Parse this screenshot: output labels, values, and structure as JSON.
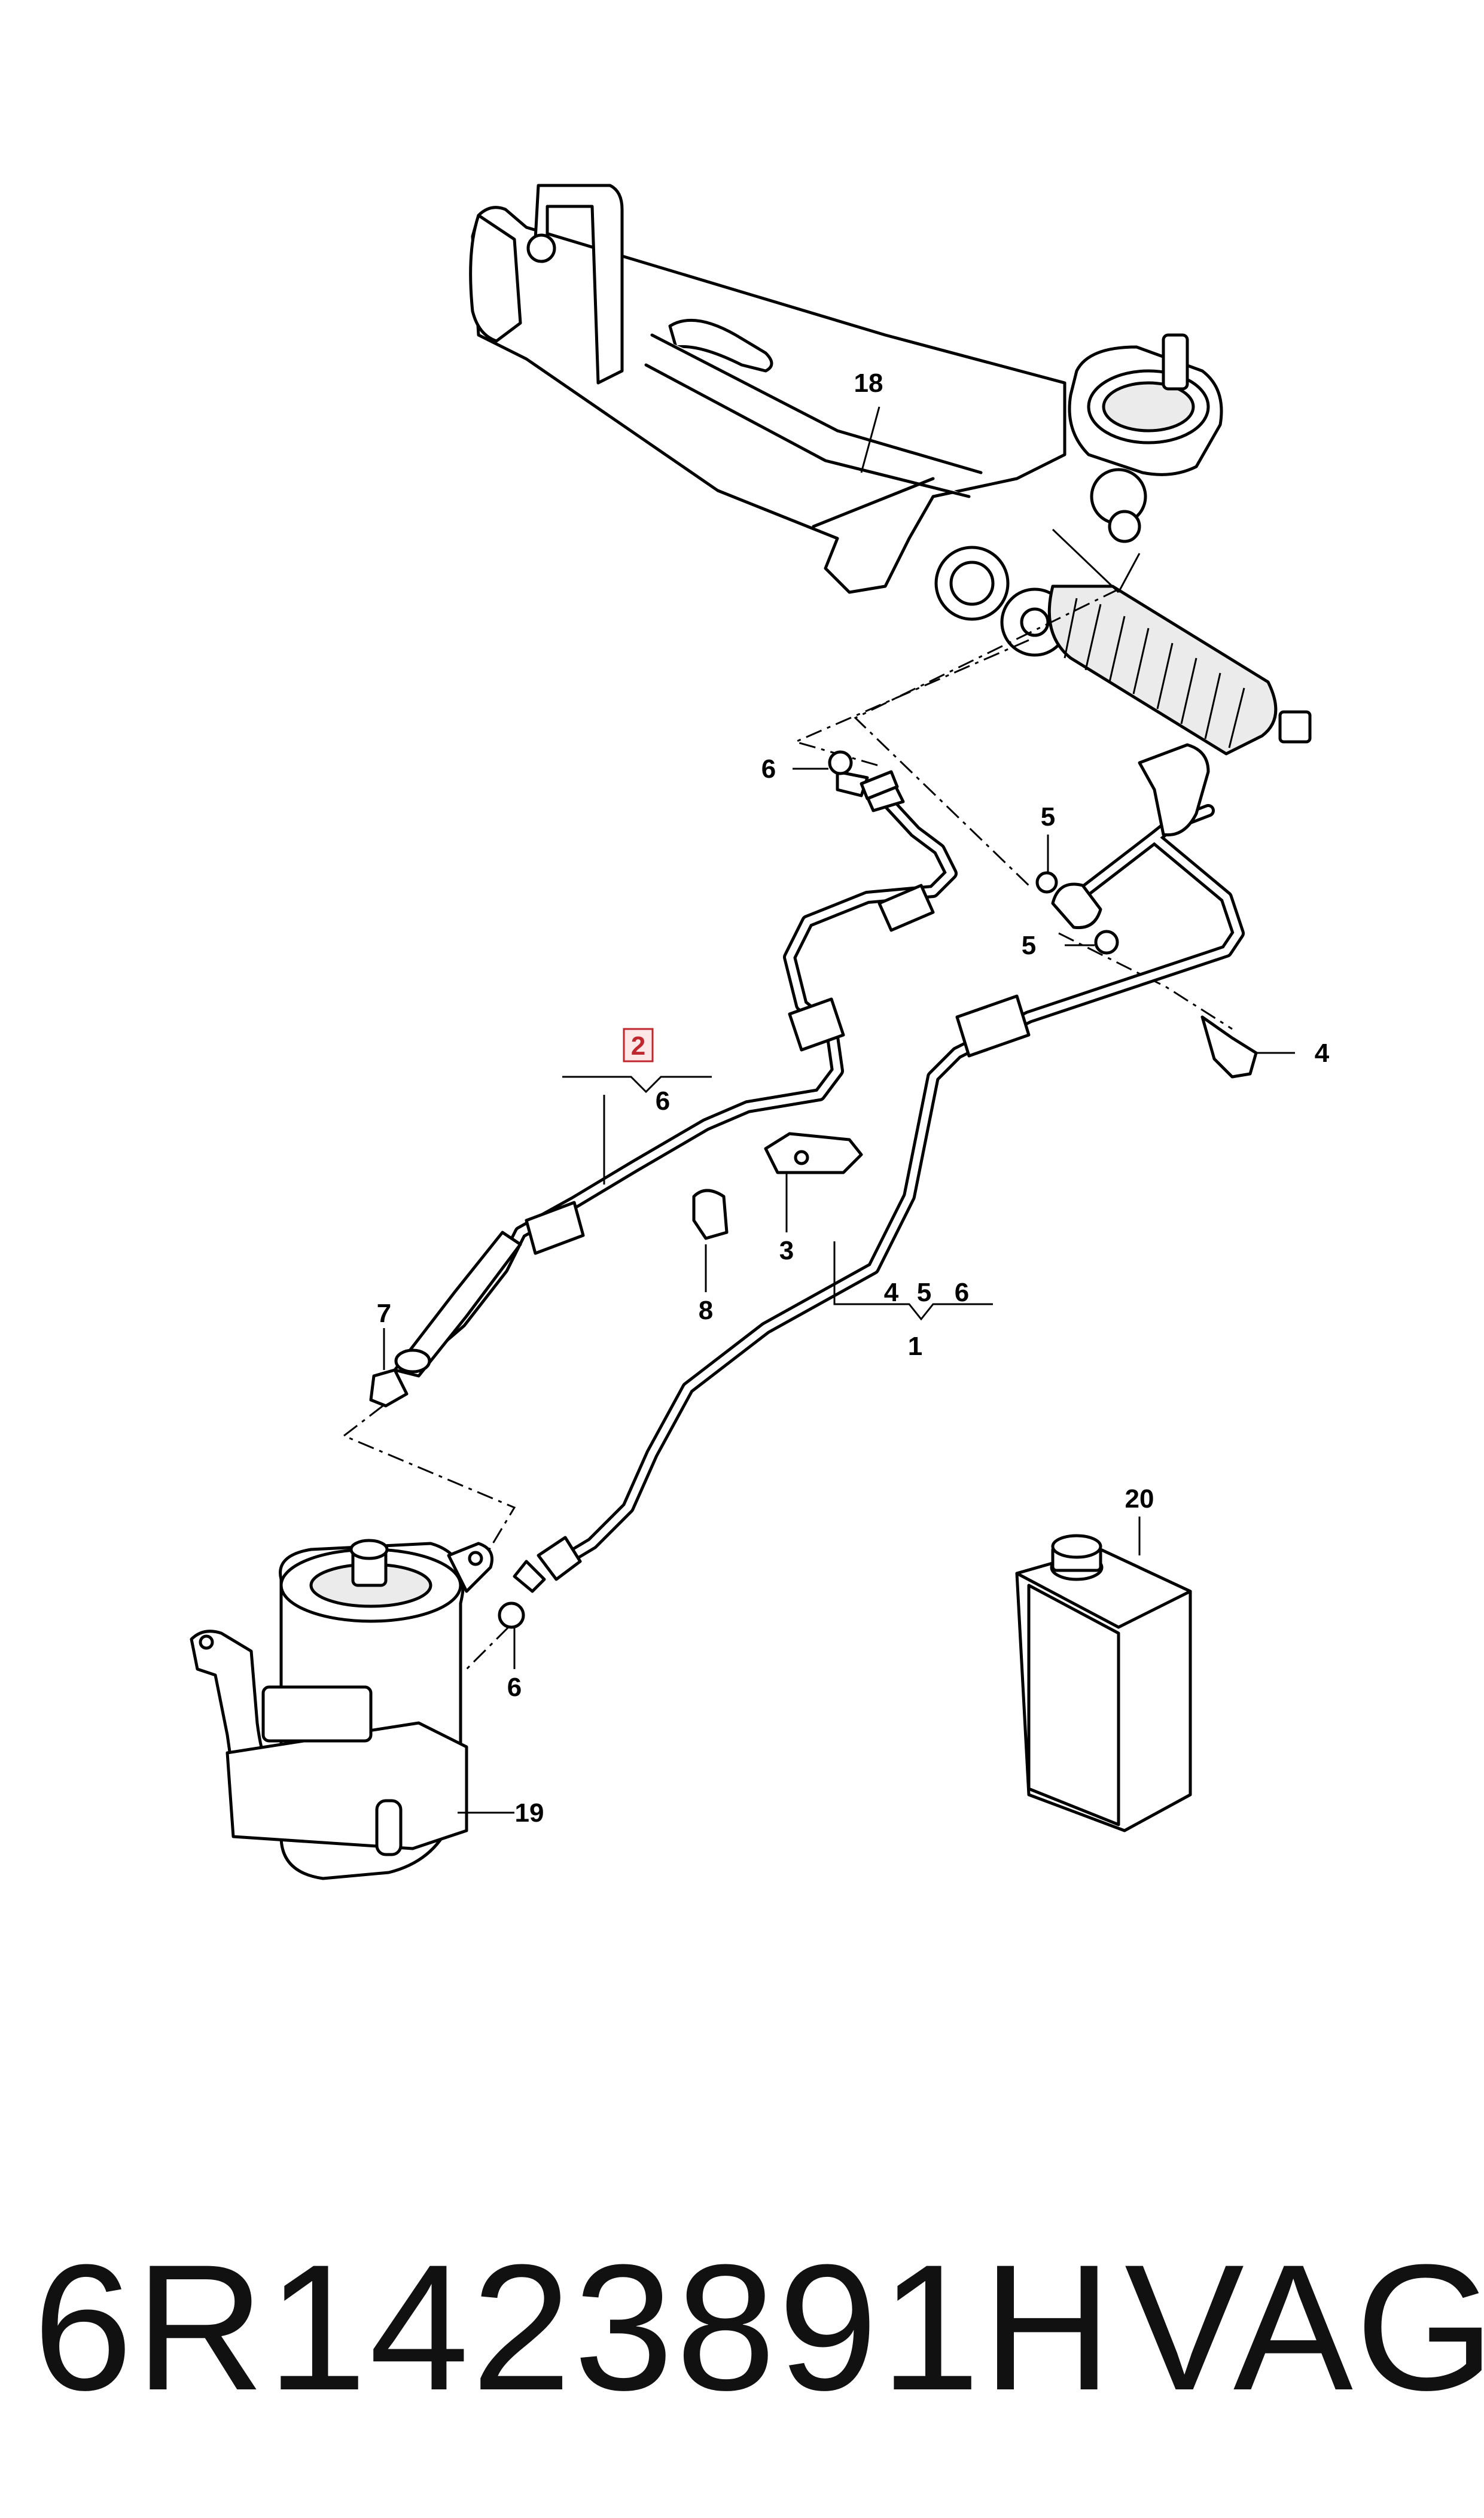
{
  "callouts": {
    "c18": "18",
    "c6a": "6",
    "c5a": "5",
    "c5b": "5",
    "c4": "4",
    "c2": "2",
    "c6b": "6",
    "c3": "3",
    "c8": "8",
    "c7": "7",
    "c1_4": "4",
    "c1_5": "5",
    "c1_6": "6",
    "c1": "1",
    "c20": "20",
    "c6c": "6",
    "c19": "19"
  },
  "caption": {
    "part_number": "6R1423891H",
    "brand": "VAG"
  },
  "colors": {
    "highlight": "#c0262d",
    "highlight_fill": "#fde7e7",
    "line": "#000000"
  }
}
